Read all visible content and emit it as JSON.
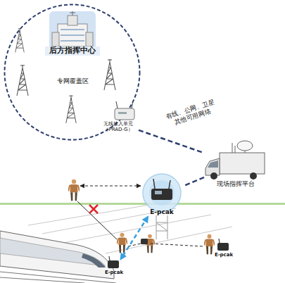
{
  "diagram": {
    "nodes": [
      {
        "text": [
          "专网覆盖区"
        ]
      },
      {
        "text": [
          "后方指挥中心"
        ],
        "in": 0
      },
      {
        "text": [
          "无线接入单元（PRAD-G）"
        ],
        "in": 0
      },
      {
        "text": [
          "现场指挥平台"
        ]
      },
      {
        "text": [
          "E-pcak"
        ]
      },
      {
        "text": [
          "E-pcak"
        ]
      },
      {
        "text": [
          "E-pcak"
        ]
      }
    ],
    "edges": [
      {
        "from": 2,
        "to": 3,
        "arrow": "none",
        "label": "有线、公网、卫星其他可用网络"
      },
      {
        "from": 3,
        "to": 4,
        "arrow": "none"
      },
      {
        "from": 4,
        "to": 5,
        "arrow": "both"
      }
    ]
  }
}
